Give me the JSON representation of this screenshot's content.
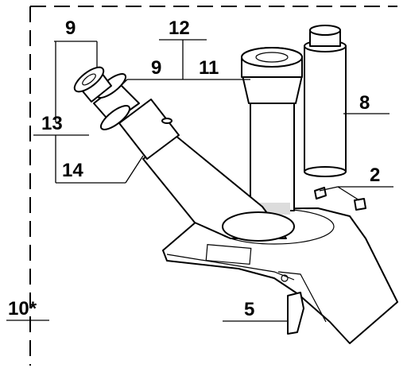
{
  "callouts": {
    "eyepiece_left": "9",
    "eyepiece_center": "9",
    "eyepiece_tube": "12",
    "vertical_tube": "11",
    "eyepiece_spare": "8",
    "screws": "2",
    "tube_left_a": "13",
    "tube_left_b": "14",
    "clip": "5",
    "boundary": "10*"
  },
  "colors": {
    "line": "#000000",
    "background": "#ffffff",
    "shade": "#dcdcdc"
  }
}
